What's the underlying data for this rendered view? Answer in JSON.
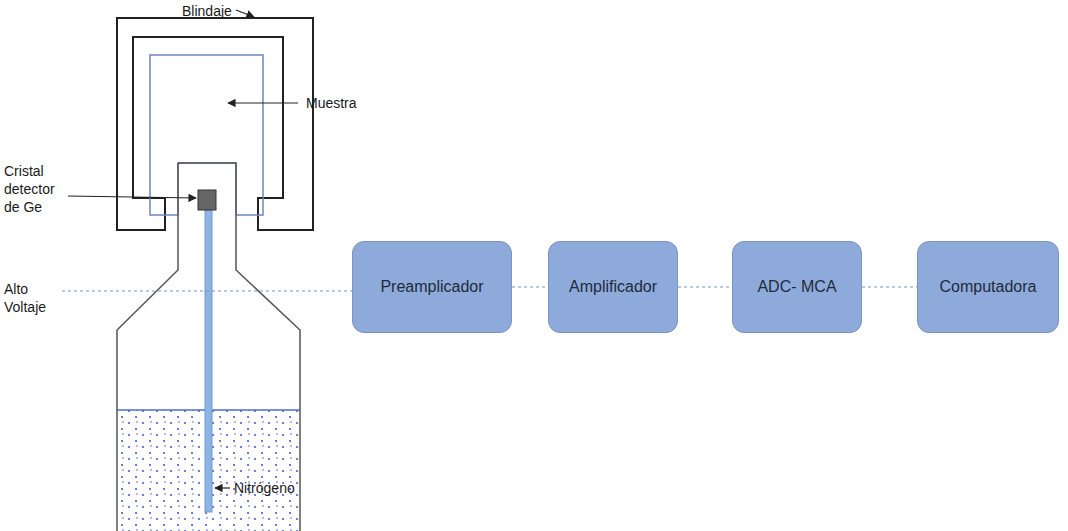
{
  "diagram": {
    "nodes": [
      {
        "text": [
          "Preamplicador"
        ]
      },
      {
        "text": [
          "Amplificador"
        ]
      },
      {
        "text": [
          "ADC- MCA"
        ]
      },
      {
        "text": [
          "Computadora"
        ]
      }
    ],
    "edges": [
      {
        "from": 0,
        "to": 1,
        "arrow": "none"
      },
      {
        "from": 1,
        "to": 2,
        "arrow": "none"
      },
      {
        "from": 2,
        "to": 3,
        "arrow": "none"
      }
    ],
    "labels": [
      "Blindaje",
      "Muestra",
      "Cristal detector de Ge",
      "Alto Voltaje",
      "Nitrógeno"
    ]
  }
}
